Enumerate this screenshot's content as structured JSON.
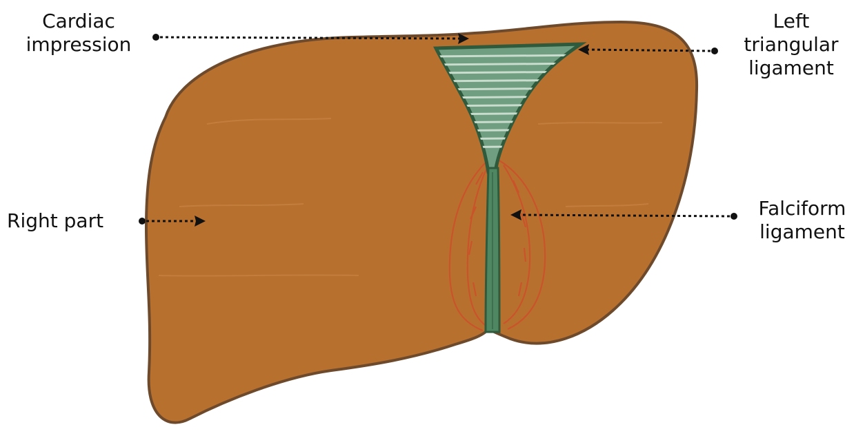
{
  "labels": {
    "cardiac_impression": [
      "Cardiac",
      "impression"
    ],
    "left_triangular_ligament": [
      "Left",
      "triangular",
      "ligament"
    ],
    "right_part": [
      "Right part"
    ],
    "falciform_ligament": [
      "Falciform",
      "ligament"
    ]
  },
  "colors": {
    "liver_fill": "#b8702f",
    "liver_outline": "#6e4a2c",
    "ligament_fill": "#6f9e80",
    "ligament_dark": "#2f5a3c",
    "ligament_stripe": "#c9dccd",
    "contour_lines": "#c9542a",
    "pointer": "#111111"
  }
}
